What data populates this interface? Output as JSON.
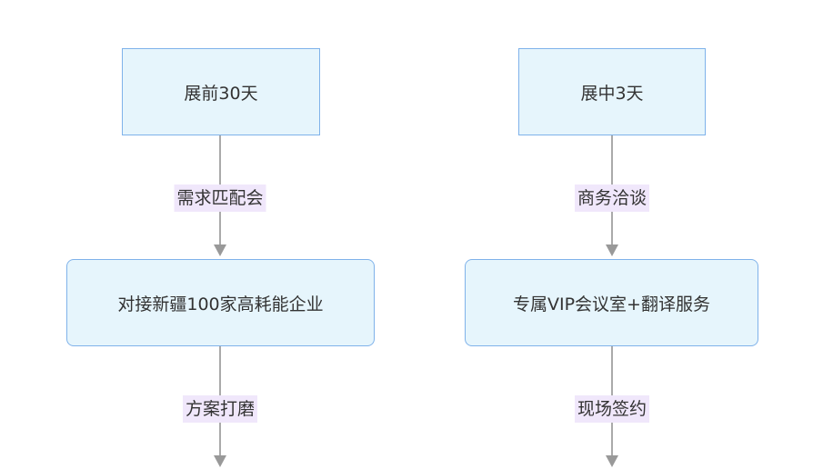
{
  "flow_left": {
    "top_node": "展前30天",
    "edge1_label": "需求匹配会",
    "middle_node": "对接新疆100家高耗能企业",
    "edge2_label": "方案打磨"
  },
  "flow_right": {
    "top_node": "展中3天",
    "edge1_label": "商务洽谈",
    "middle_node": "专属VIP会议室+翻译服务",
    "edge2_label": "现场签约"
  },
  "colors": {
    "node_fill": "#e6f5fc",
    "node_border": "#7fb2ea",
    "edge_label_bg": "#f0e7fb",
    "edge_line": "#aaaaaa"
  }
}
